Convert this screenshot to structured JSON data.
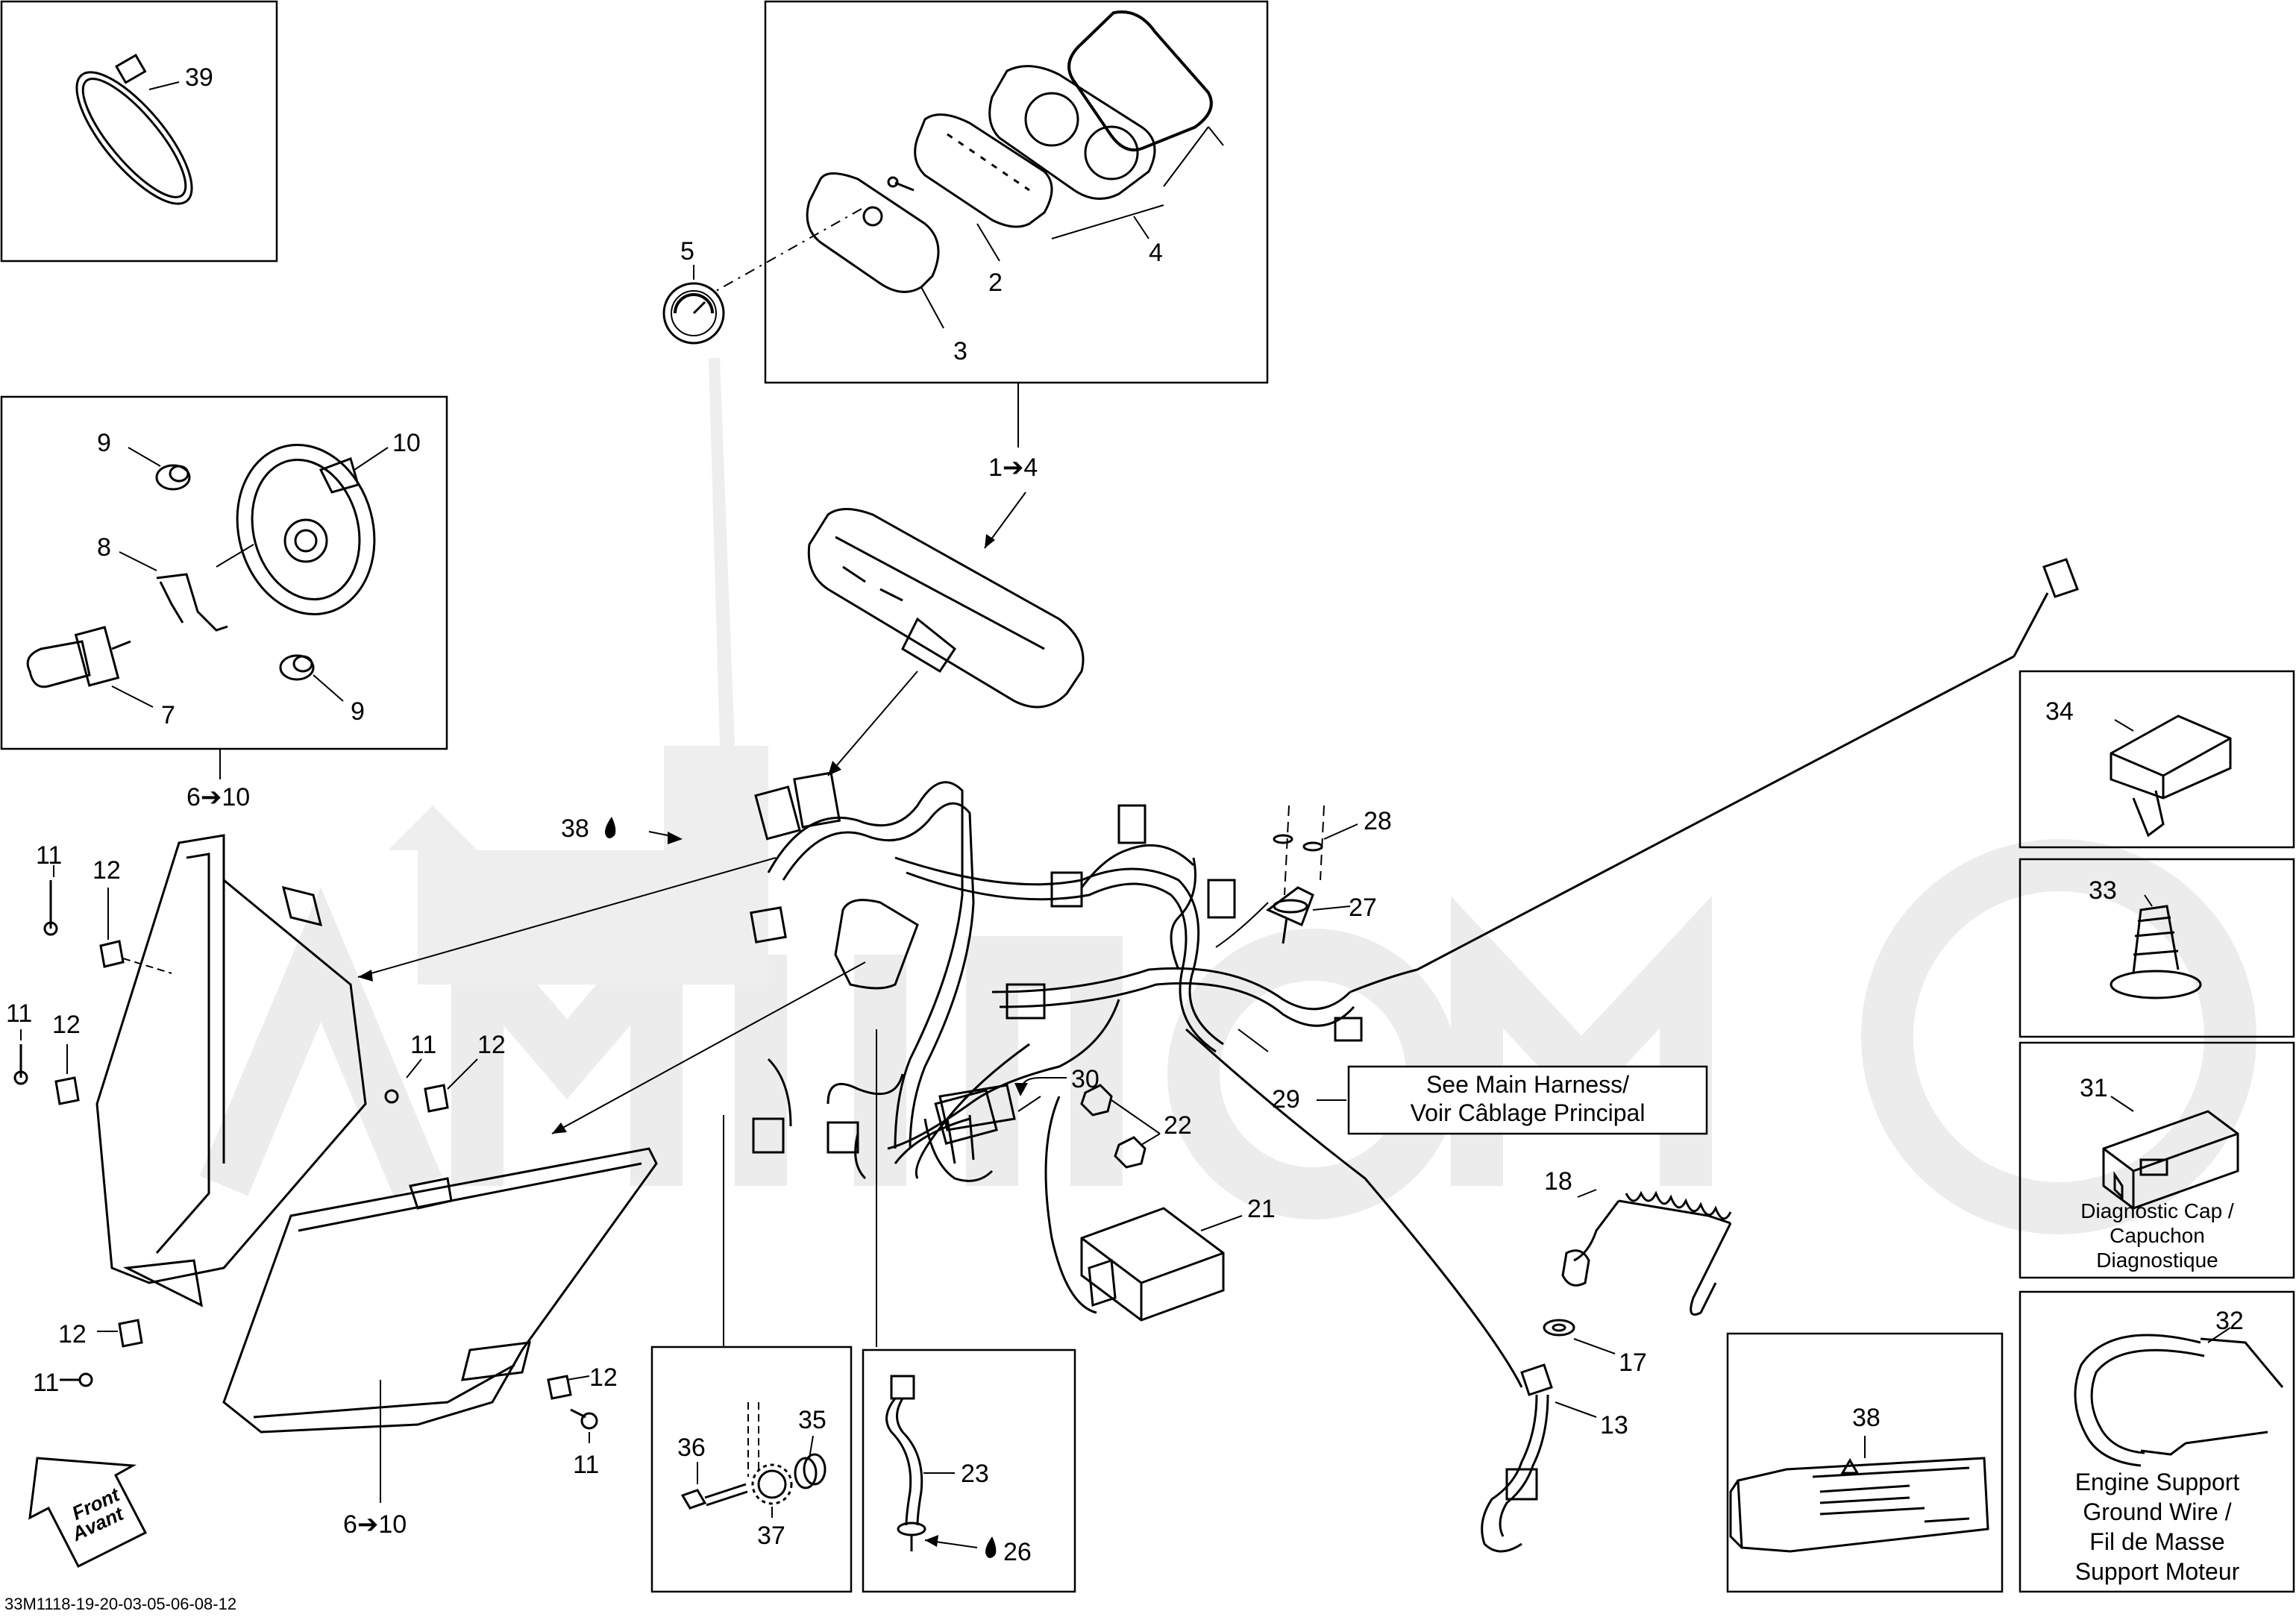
{
  "diagram": {
    "drawing_code": "33M1118-19-20-03-05-06-08-12",
    "colors": {
      "line": "#000000",
      "watermark": "#ececec",
      "background": "#ffffff"
    },
    "callouts": {
      "c39": "39",
      "c5": "5",
      "c2": "2",
      "c3": "3",
      "c4": "4",
      "c1to4": "1➔4",
      "c9a": "9",
      "c10": "10",
      "c8": "8",
      "c7": "7",
      "c9b": "9",
      "c6to10a": "6➔10",
      "c38drop": "38",
      "c28": "28",
      "c27": "27",
      "c11a": "11",
      "c12a": "12",
      "c11b": "11",
      "c12b": "12",
      "c11c": "11",
      "c12c": "12",
      "c29": "29",
      "c30": "30",
      "c22": "22",
      "c21": "21",
      "c18": "18",
      "c17": "17",
      "c13": "13",
      "c12d": "12",
      "c11d": "11",
      "c12e": "12",
      "c11e": "11",
      "c6to10b": "6➔10",
      "c36": "36",
      "c35": "35",
      "c37": "37",
      "c23": "23",
      "c26": "26",
      "c38": "38",
      "c34": "34",
      "c33": "33",
      "c31": "31",
      "c32": "32"
    },
    "notes": {
      "see_main_line1": "See Main Harness/",
      "see_main_line2": "Voir Câblage Principal",
      "diag_line1": "Diagnostic Cap /",
      "diag_line2": "Capuchon",
      "diag_line3": "Diagnostique",
      "ground_line1": "Engine Support",
      "ground_line2": "Ground Wire /",
      "ground_line3": "Fil de Masse",
      "ground_line4": "Support Moteur",
      "front_line1": "Front",
      "front_line2": "Avant"
    }
  }
}
